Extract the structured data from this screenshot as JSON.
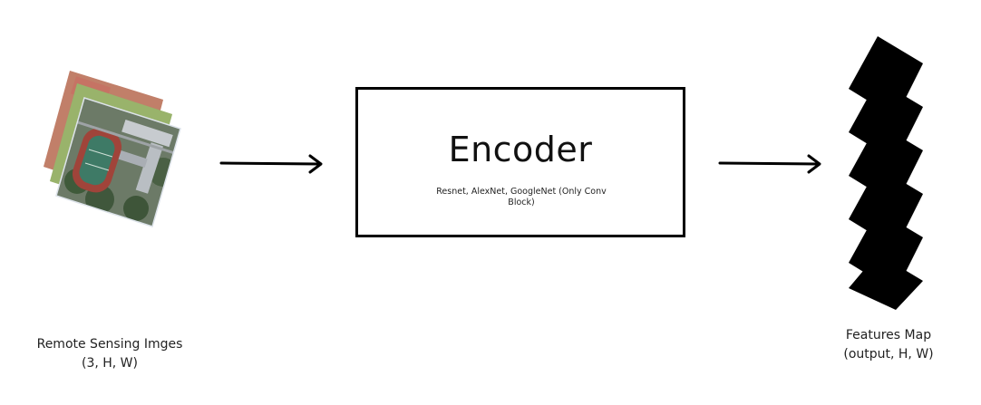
{
  "diagram": {
    "input": {
      "label": "Remote Sensing Imges",
      "shape": "(3, H, W)",
      "icon": "satellite-image-stack-icon"
    },
    "encoder": {
      "title": "Encoder",
      "subtitle": "Resnet, AlexNet, GoogleNet (Only Conv Block)"
    },
    "output": {
      "label": "Features Map",
      "shape": "(output, H, W)",
      "icon": "feature-map-stack-icon"
    },
    "colors": {
      "stroke": "#000000",
      "background": "#ffffff"
    }
  }
}
